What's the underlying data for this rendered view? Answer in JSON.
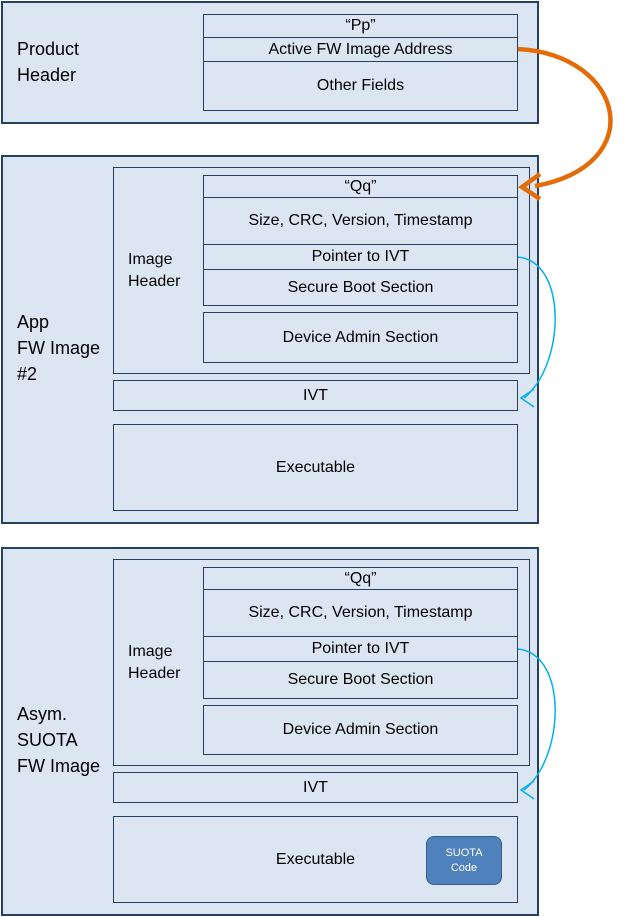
{
  "product_header": {
    "label_line1": "Product",
    "label_line2": "Header",
    "fields": [
      "“Pp”",
      "Active FW Image Address",
      "Other Fields"
    ]
  },
  "app_image": {
    "label_line1": "App",
    "label_line2": "FW Image",
    "label_line3": "#2",
    "image_header_line1": "Image",
    "image_header_line2": "Header",
    "fields": [
      "“Qq”",
      "Size, CRC, Version, Timestamp",
      "Pointer to IVT",
      "Secure Boot Section",
      "Device Admin Section"
    ],
    "ivt": "IVT",
    "executable": "Executable"
  },
  "suota_image": {
    "label_line1": "Asym.",
    "label_line2": "SUOTA",
    "label_line3": "FW Image",
    "image_header_line1": "Image",
    "image_header_line2": "Header",
    "fields": [
      "“Qq”",
      "Size, CRC, Version, Timestamp",
      "Pointer to IVT",
      "Secure Boot Section",
      "Device Admin Section"
    ],
    "ivt": "IVT",
    "executable": "Executable",
    "suota_code_line1": "SUOTA",
    "suota_code_line2": "Code"
  },
  "colors": {
    "box_fill": "#dce6f2",
    "box_border": "#254061",
    "active_address_arrow": "#e36c09",
    "ivt_pointer_arrow": "#00b0f0",
    "suota_code_fill": "#4f81bd"
  }
}
